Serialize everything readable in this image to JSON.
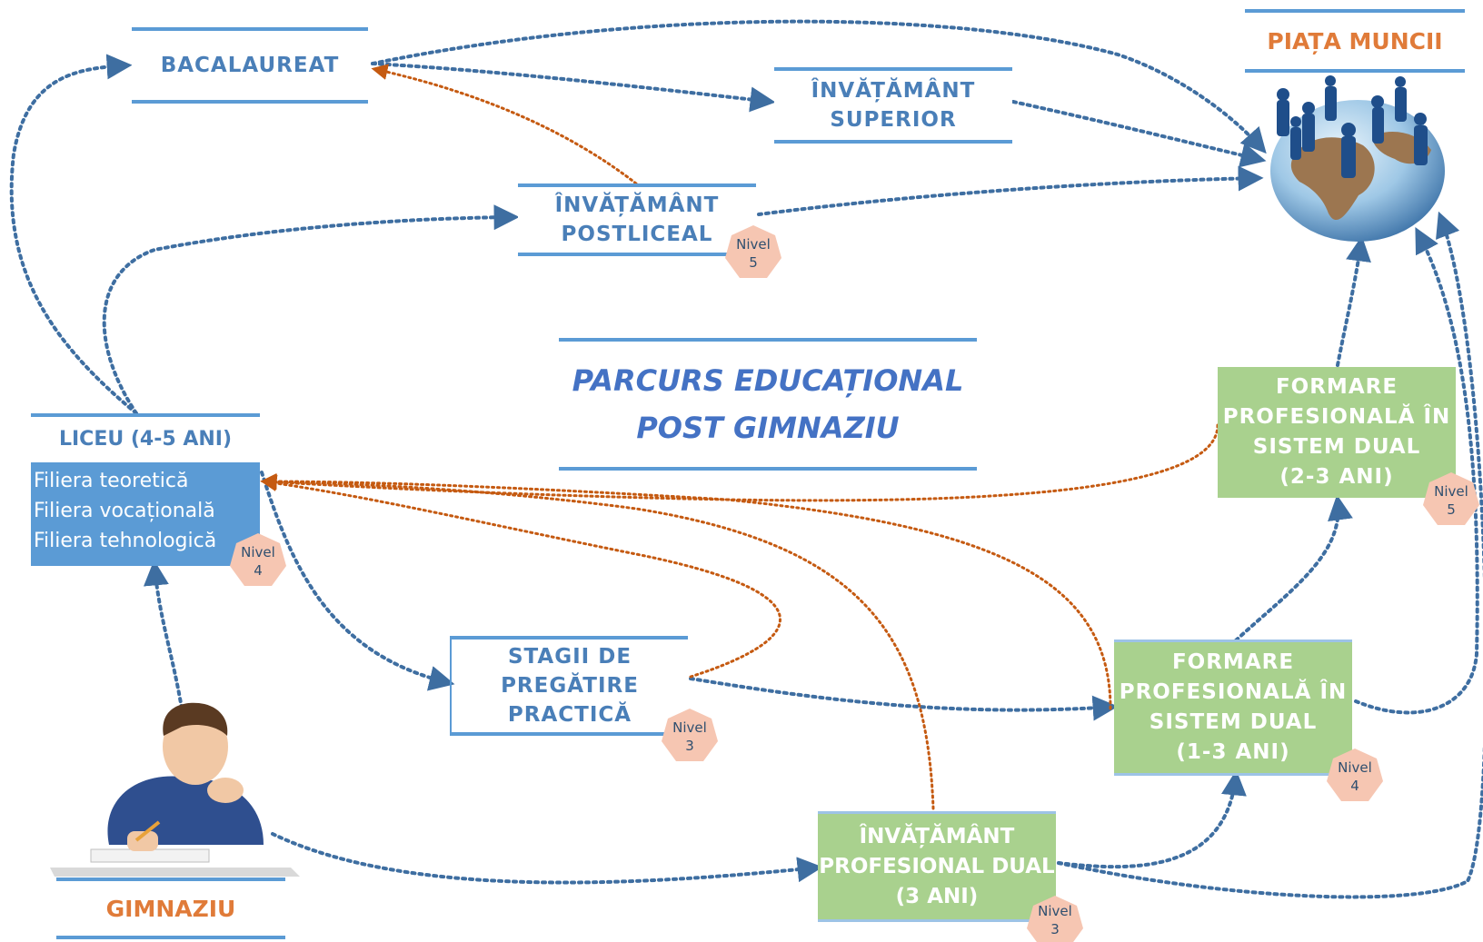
{
  "colors": {
    "blue_text": "#4a7fb8",
    "rule": "#5b9bd5",
    "green_box": "#a9d18e",
    "orange": "#e07b39",
    "arrow_blue": "#3e6ea1",
    "arrow_orange": "#c55a11",
    "badge": "#f6c6b2"
  },
  "title": {
    "line1": "PARCURS EDUCAȚIONAL",
    "line2": "POST GIMNAZIU"
  },
  "nodes": {
    "bacalaureat": "BACALAUREAT",
    "invatamant_superior": {
      "line1": "ÎNVĂȚĂMÂNT",
      "line2": "SUPERIOR"
    },
    "postliceal": {
      "line1": "ÎNVĂȚĂMÂNT",
      "line2": "POSTLICEAL"
    },
    "piata_muncii": "PIAȚA MUNCII",
    "liceu": {
      "label": "LICEU (4-5 ANI)",
      "filiere": [
        "Filiera teoretică",
        "Filiera vocațională",
        "Filiera tehnologică"
      ]
    },
    "stagii": {
      "line1": "STAGII DE",
      "line2": "PREGĂTIRE",
      "line3": "PRACTICĂ"
    },
    "gimnaziu": "GIMNAZIU",
    "prof_dual": {
      "line1": "ÎNVĂȚĂMÂNT",
      "line2": "PROFESIONAL DUAL",
      "line3": "(3 ANI)"
    },
    "formare_1_3": {
      "line1": "FORMARE",
      "line2": "PROFESIONALĂ ÎN",
      "line3": "SISTEM DUAL",
      "line4": "(1-3 ANI)"
    },
    "formare_2_3": {
      "line1": "FORMARE",
      "line2": "PROFESIONALĂ ÎN",
      "line3": "SISTEM DUAL",
      "line4": "(2-3 ANI)"
    }
  },
  "badges": {
    "postliceal": {
      "label": "Nivel",
      "level": "5"
    },
    "liceu": {
      "label": "Nivel",
      "level": "4"
    },
    "stagii": {
      "label": "Nivel",
      "level": "3"
    },
    "prof_dual": {
      "label": "Nivel",
      "level": "3"
    },
    "formare_1_3": {
      "label": "Nivel",
      "level": "4"
    },
    "formare_2_3": {
      "label": "Nivel",
      "level": "5"
    }
  },
  "icons": {
    "globe": "globe-with-business-people-icon",
    "student": "student-thinking-icon"
  }
}
